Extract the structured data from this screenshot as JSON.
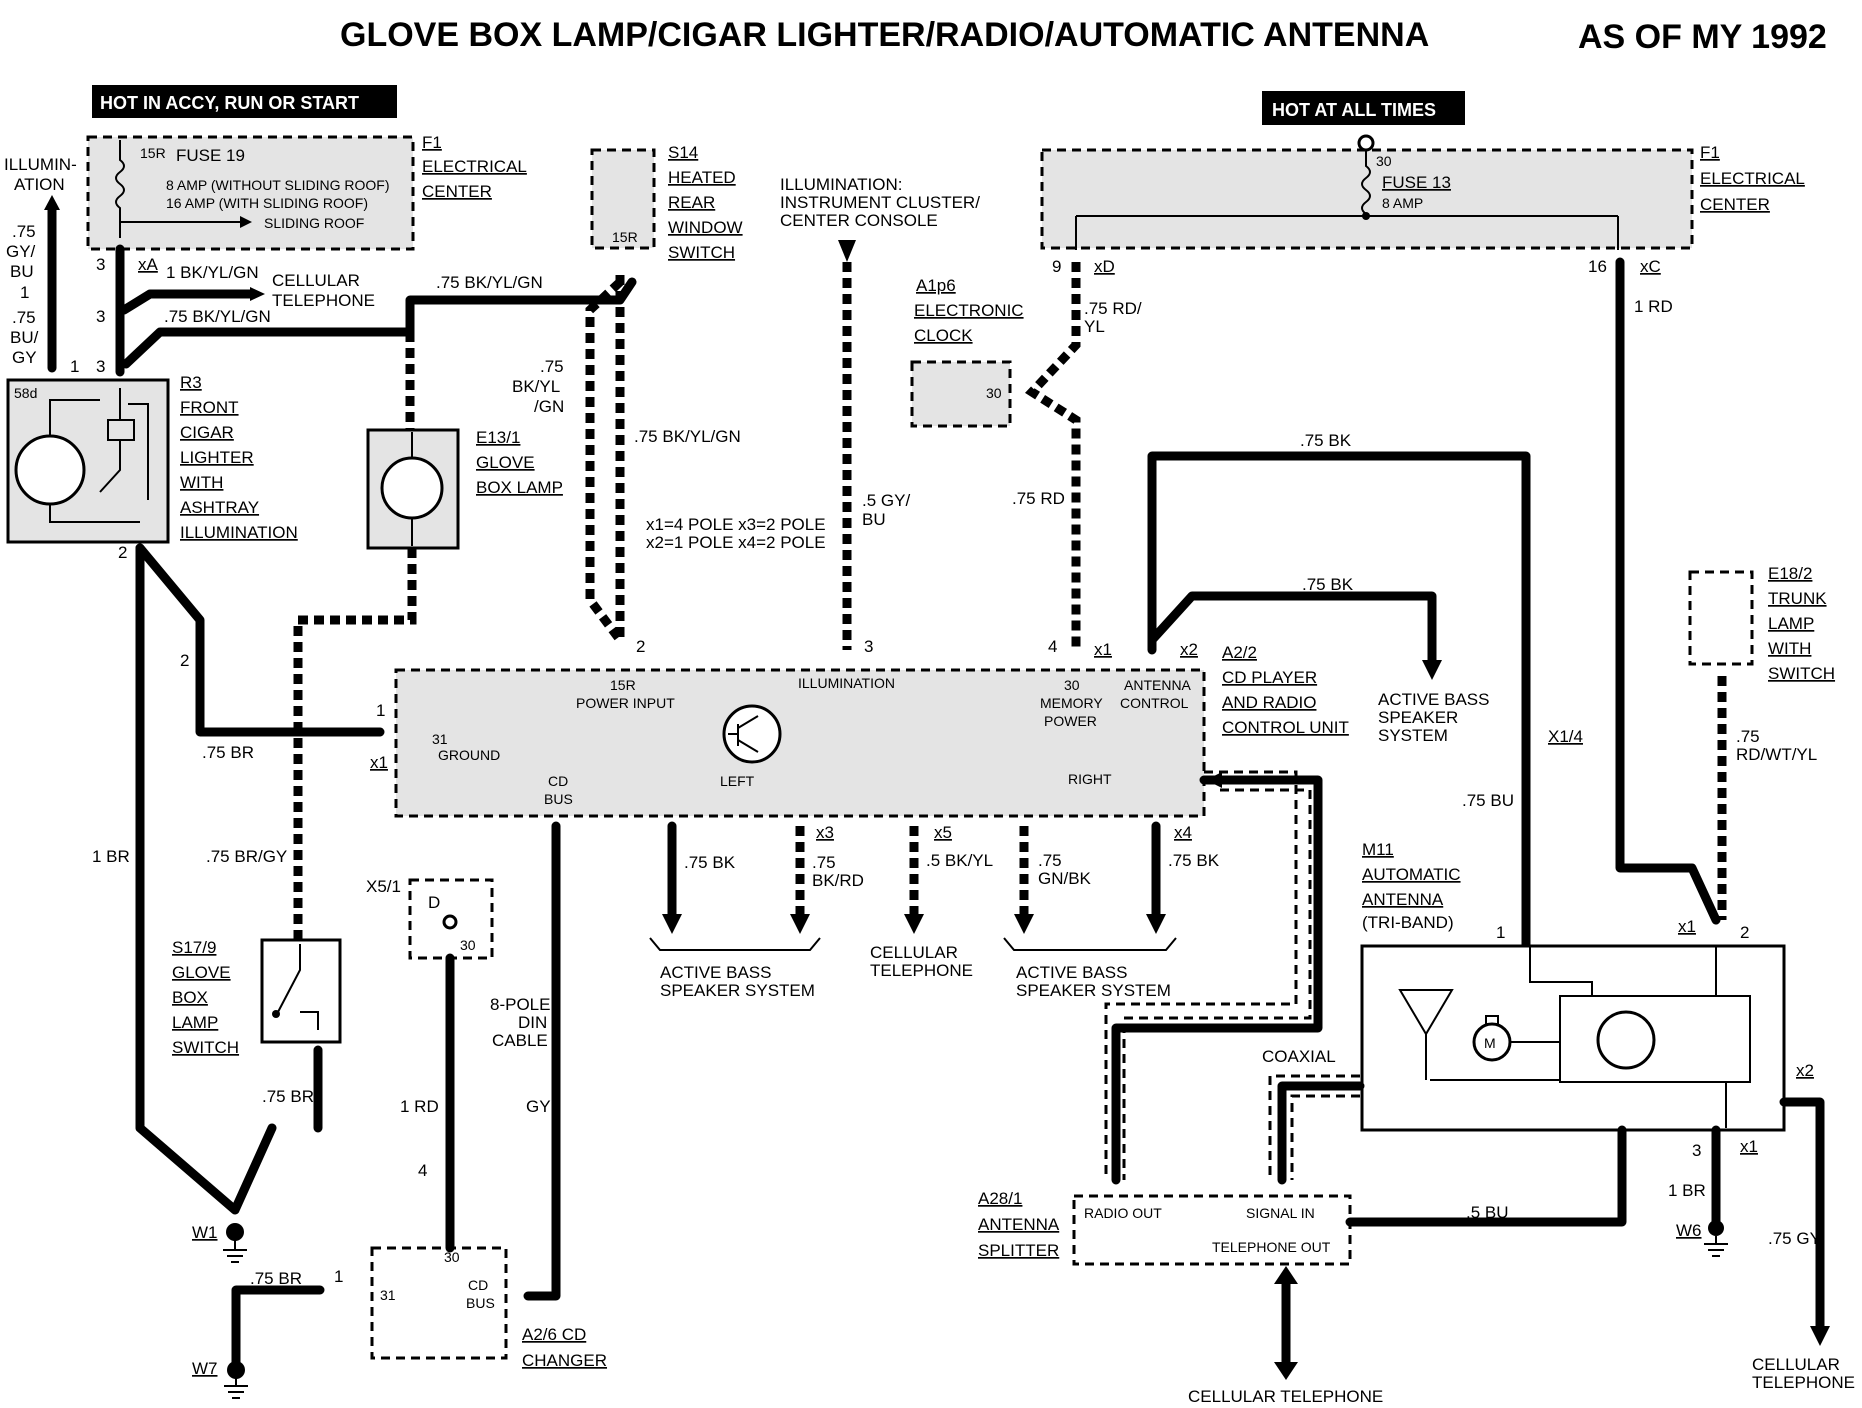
{
  "title": "GLOVE BOX LAMP/CIGAR LIGHTER/RADIO/AUTOMATIC ANTENNA",
  "model_year": "AS OF MY 1992",
  "hot_accy": "HOT IN ACCY, RUN OR START",
  "hot_all": "HOT AT ALL TIMES",
  "illum_left": [
    "ILLUMIN-",
    "ATION"
  ],
  "f1_left": [
    "F1",
    "ELECTRICAL",
    "CENTER"
  ],
  "fuse19": {
    "name": "FUSE 19",
    "pin": "15R",
    "line1": "8 AMP (WITHOUT SLIDING ROOF)",
    "line2": "16 AMP (WITH SLIDING ROOF)",
    "arrow": "SLIDING ROOF"
  },
  "f1_right": [
    "F1",
    "ELECTRICAL",
    "CENTER"
  ],
  "fuse13": {
    "name": "FUSE 13",
    "pin": "30",
    "amp": "8 AMP"
  },
  "s14": [
    "S14",
    "HEATED",
    "REAR",
    "WINDOW",
    "SWITCH"
  ],
  "s14_pin": "15R",
  "illum_cluster": [
    "ILLUMINATION:",
    "INSTRUMENT CLUSTER/",
    "CENTER CONSOLE"
  ],
  "a1p6": [
    "A1p6",
    "ELECTRONIC",
    "CLOCK"
  ],
  "a1p6_pin": "30",
  "r3": [
    "R3",
    "FRONT",
    "CIGAR",
    "LIGHTER",
    "WITH",
    "ASHTRAY",
    "ILLUMINATION"
  ],
  "r3_pin": "58d",
  "e13": [
    "E13/1",
    "GLOVE",
    "BOX LAMP"
  ],
  "s17": [
    "S17/9",
    "GLOVE",
    "BOX",
    "LAMP",
    "SWITCH"
  ],
  "x51": "X5/1",
  "x51_pins": [
    "D",
    "30"
  ],
  "a22": [
    "A2/2",
    "CD PLAYER",
    "AND RADIO",
    "CONTROL UNIT"
  ],
  "a22_inside": {
    "power": [
      "15R",
      "POWER INPUT"
    ],
    "illum": "ILLUMINATION",
    "memory": [
      "30",
      "MEMORY",
      "POWER"
    ],
    "antenna": [
      "ANTENNA",
      "CONTROL"
    ],
    "ground": [
      "31",
      "GROUND"
    ],
    "cdbus": [
      "CD",
      "BUS"
    ],
    "left": "LEFT",
    "right": "RIGHT"
  },
  "pole_note": [
    "x1=4 POLE x3=2 POLE",
    "x2=1 POLE x4=2 POLE"
  ],
  "e182": [
    "E18/2",
    "TRUNK",
    "LAMP",
    "WITH",
    "SWITCH"
  ],
  "m11": [
    "M11",
    "AUTOMATIC",
    "ANTENNA",
    "(TRI-BAND)"
  ],
  "a281": [
    "A28/1",
    "ANTENNA",
    "SPLITTER"
  ],
  "a281_inside": {
    "radio_out": "RADIO OUT",
    "signal_in": "SIGNAL IN",
    "tel_out": "TELEPHONE OUT"
  },
  "a26": [
    "A2/6 CD",
    "CHANGER"
  ],
  "a26_inside": {
    "p30": "30",
    "p31": "31",
    "cdbus": [
      "CD",
      "BUS"
    ]
  },
  "active_bass_1": [
    "ACTIVE BASS",
    "SPEAKER SYSTEM"
  ],
  "active_bass_2": [
    "ACTIVE BASS",
    "SPEAKER SYSTEM"
  ],
  "active_bass_3": [
    "ACTIVE BASS",
    "SPEAKER",
    "SYSTEM"
  ],
  "cell_tel_1": [
    "CELLULAR",
    "TELEPHONE"
  ],
  "cell_tel_2": [
    "CELLULAR",
    "TELEPHONE"
  ],
  "cell_tel_3": "CELLULAR TELEPHONE",
  "cell_tel_4": [
    "CELLULAR",
    "TELEPHONE"
  ],
  "coaxial": "COAXIAL",
  "din_cable": [
    "8-POLE",
    "DIN",
    "CABLE"
  ],
  "grounds": [
    "W1",
    "W7",
    "W6"
  ],
  "wires": {
    "gy_bu": [
      ".75",
      "GY/",
      "BU"
    ],
    "bu_gy": [
      ".75",
      "BU/",
      "GY"
    ],
    "bk_yl_gn_1": "1 BK/YL/GN",
    "bk_yl_gn_2": ".75 BK/YL/GN",
    "bk_yl_gn_3": ".75 BK/YL/GN",
    "bk_yl_gn_4": [
      ".75",
      "BK/YL",
      "/GN"
    ],
    "bk_yl_gn_5": ".75 BK/YL/GN",
    "gy_bu_5": [
      ".5 GY/",
      "BU"
    ],
    "rd_yl": [
      ".75 RD/",
      "YL"
    ],
    "rd_75": ".75 RD",
    "rd_1": "1 RD",
    "bk_top": ".75 BK",
    "bk_mid": ".75 BK",
    "br_75": ".75 BR",
    "br_1": "1 BR",
    "br_gy": ".75 BR/GY",
    "br_s17": ".75 BR",
    "rd_1_cd": "1 RD",
    "gy": "GY",
    "br_w7": ".75 BR",
    "bu_75": ".75 BU",
    "rd_wt_yl": [
      ".75",
      "RD/WT/YL"
    ],
    "bk_x3a": ".75 BK",
    "bk_rd": [
      ".75",
      "BK/RD"
    ],
    "bk_yl_x5": ".5 BK/YL",
    "gn_bk": [
      ".75",
      "GN/BK"
    ],
    "bk_x4": ".75 BK",
    "bu_5": ".5 BU",
    "br_1_w6": "1 BR",
    "gy_75": ".75 GY"
  },
  "connectors": {
    "xA": "xA",
    "xD": "xD",
    "xC": "xC",
    "x1": "x1",
    "x2": "x2",
    "x3": "x3",
    "x4": "x4",
    "x5": "x5",
    "x14": "X1/4",
    "x1_m11": "x1",
    "x2_m11": "x2",
    "x1_w6": "x1",
    "x1_a22": "x1"
  },
  "pins": {
    "p3a": "3",
    "p3b": "3",
    "p3c": "3",
    "p1": "1",
    "p1b": "1",
    "p2r3": "2",
    "p2": "2",
    "p9": "9",
    "p16": "16",
    "a2": "2",
    "a3": "3",
    "a4": "4",
    "a1": "1",
    "m1": "1",
    "m2": "2",
    "m3": "3",
    "cd4": "4",
    "w71": "1"
  }
}
